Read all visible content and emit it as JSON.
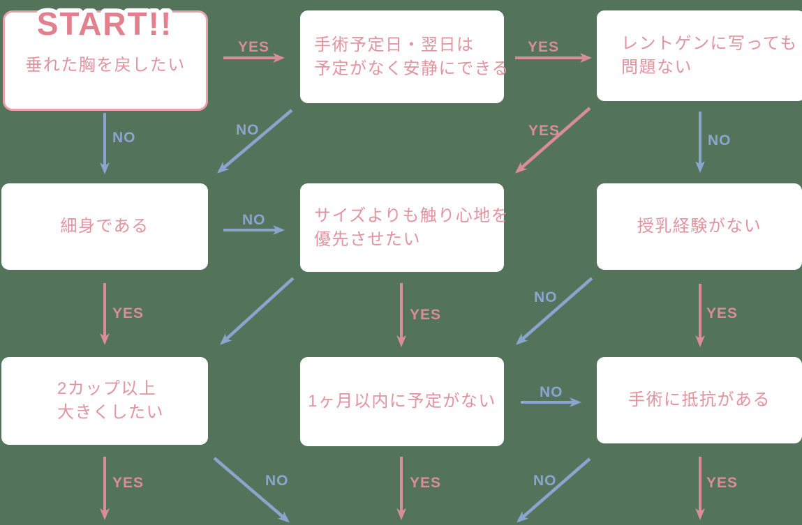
{
  "diagram_title": "breast-surgery decision flowchart",
  "colors": {
    "background": "#53735A",
    "yes_accent": "#D98D99",
    "no_accent": "#8CA5CE",
    "node_text": "#E2939E",
    "start_border": "#ECA0AA",
    "node_background": "#FFFFFF"
  },
  "nodes": {
    "start": {
      "badge": "START!!",
      "text": "垂れた胸を戻したい"
    },
    "rest": {
      "lines": [
        "手術予定日・翌日は",
        "予定がなく安静にできる"
      ]
    },
    "xray": {
      "lines": [
        "レントゲンに写っても",
        "問題ない"
      ]
    },
    "slim": {
      "text": "細身である"
    },
    "feel": {
      "lines": [
        "サイズよりも触り心地を",
        "優先させたい"
      ]
    },
    "nursing": {
      "text": "授乳経験がない"
    },
    "cups": {
      "lines": [
        "2カップ以上",
        "大きくしたい"
      ]
    },
    "month": {
      "text": "1ヶ月以内に予定がない"
    },
    "surgery": {
      "text": "手術に抵抗がある"
    }
  },
  "edges": {
    "start_yes": "YES",
    "start_no": "NO",
    "rest_yes": "YES",
    "rest_no": "NO",
    "xray_yes": "YES",
    "xray_no": "NO",
    "slim_no": "NO",
    "slim_yes": "YES",
    "feel_yes": "YES",
    "nursing_no": "NO",
    "nursing_yes": "YES",
    "month_no": "NO",
    "cups_yes": "YES",
    "cups_no": "NO",
    "month_yes": "YES",
    "surgery_no": "NO",
    "surgery_yes": "YES"
  }
}
